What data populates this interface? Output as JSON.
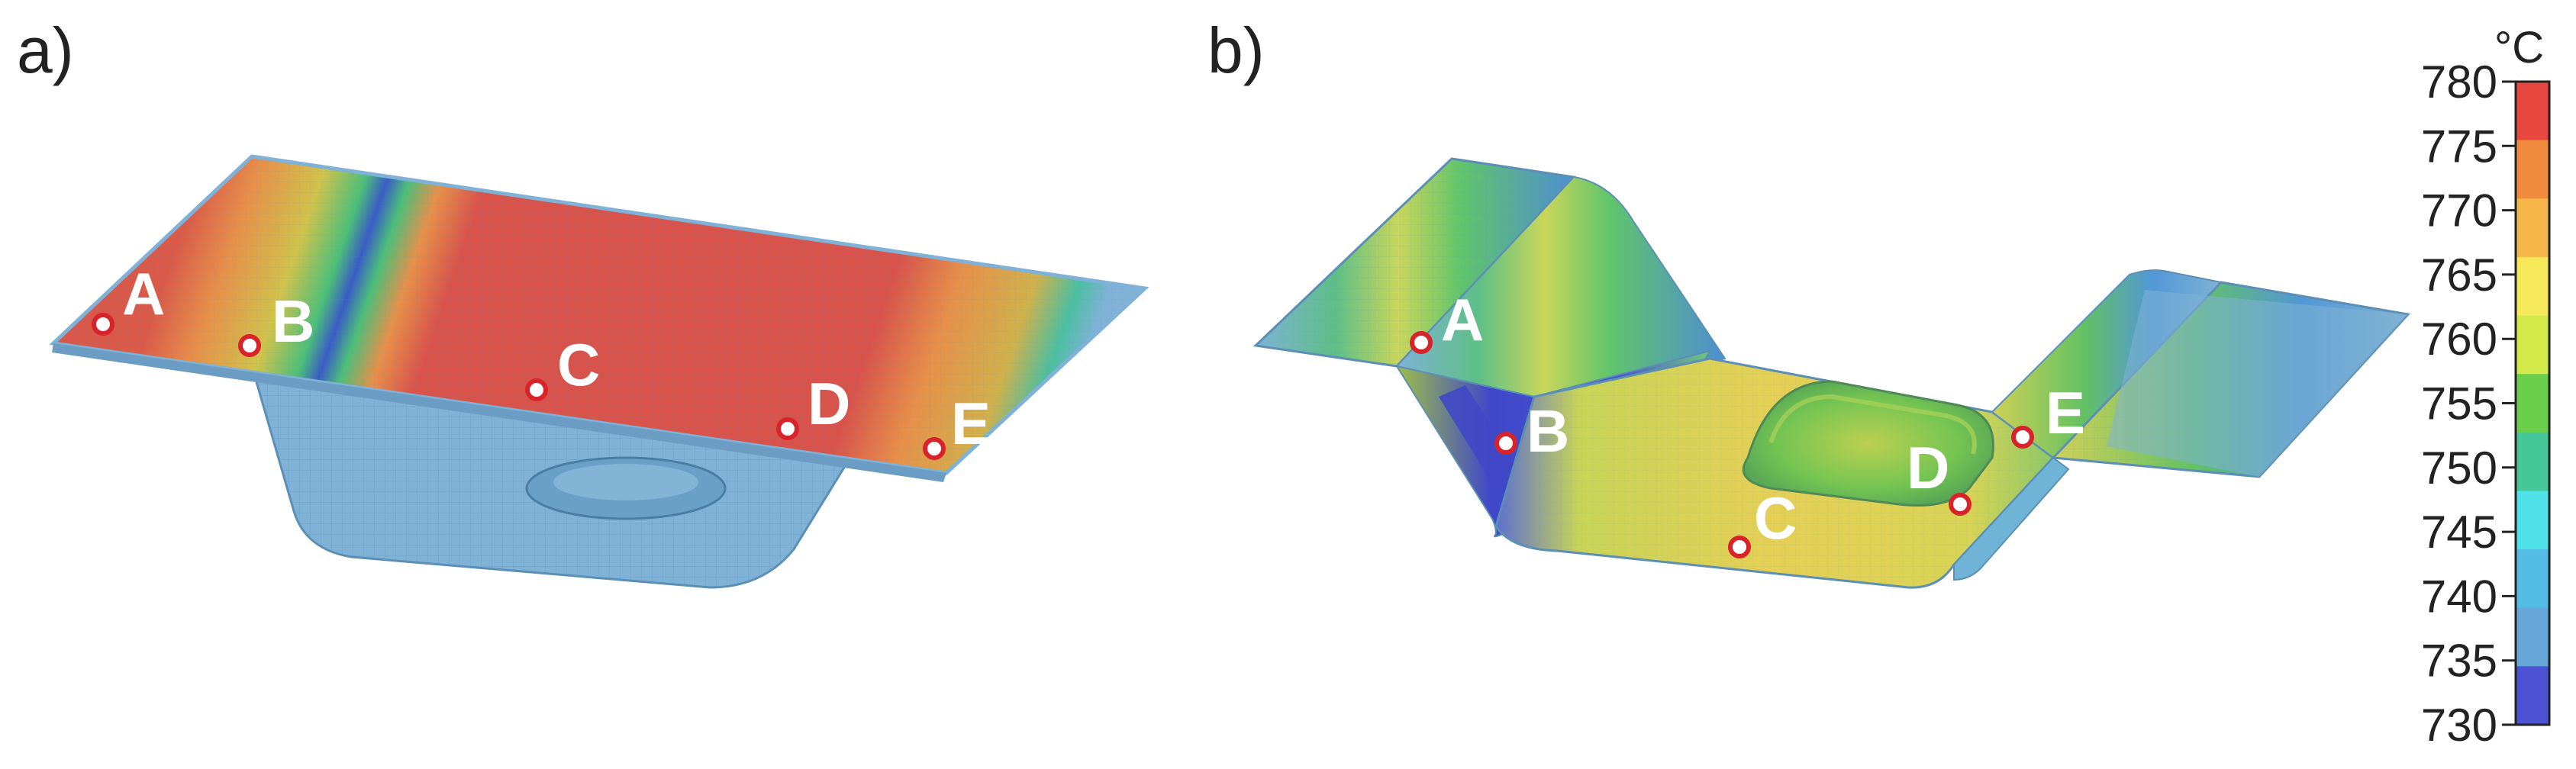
{
  "panels": [
    {
      "label": "a)",
      "points": [
        "A",
        "B",
        "C",
        "D",
        "E"
      ]
    },
    {
      "label": "b)",
      "points": [
        "A",
        "B",
        "C",
        "D",
        "E"
      ]
    }
  ],
  "colorbar": {
    "unit": "°C",
    "min": 730,
    "max": 780,
    "ticks": [
      "780",
      "775",
      "770",
      "765",
      "760",
      "755",
      "750",
      "745",
      "740",
      "735",
      "730"
    ],
    "bands": [
      "#e8473f",
      "#f08a3c",
      "#f7b64a",
      "#f5e95a",
      "#d4ea4a",
      "#6ccf4c",
      "#45c79a",
      "#4fe3e9",
      "#53bde6",
      "#67a6d8",
      "#4b52d3"
    ]
  },
  "colors": {
    "hot": "#d9534a",
    "mesh": "#7fb2d6",
    "marker_stroke": "#d8232a"
  }
}
